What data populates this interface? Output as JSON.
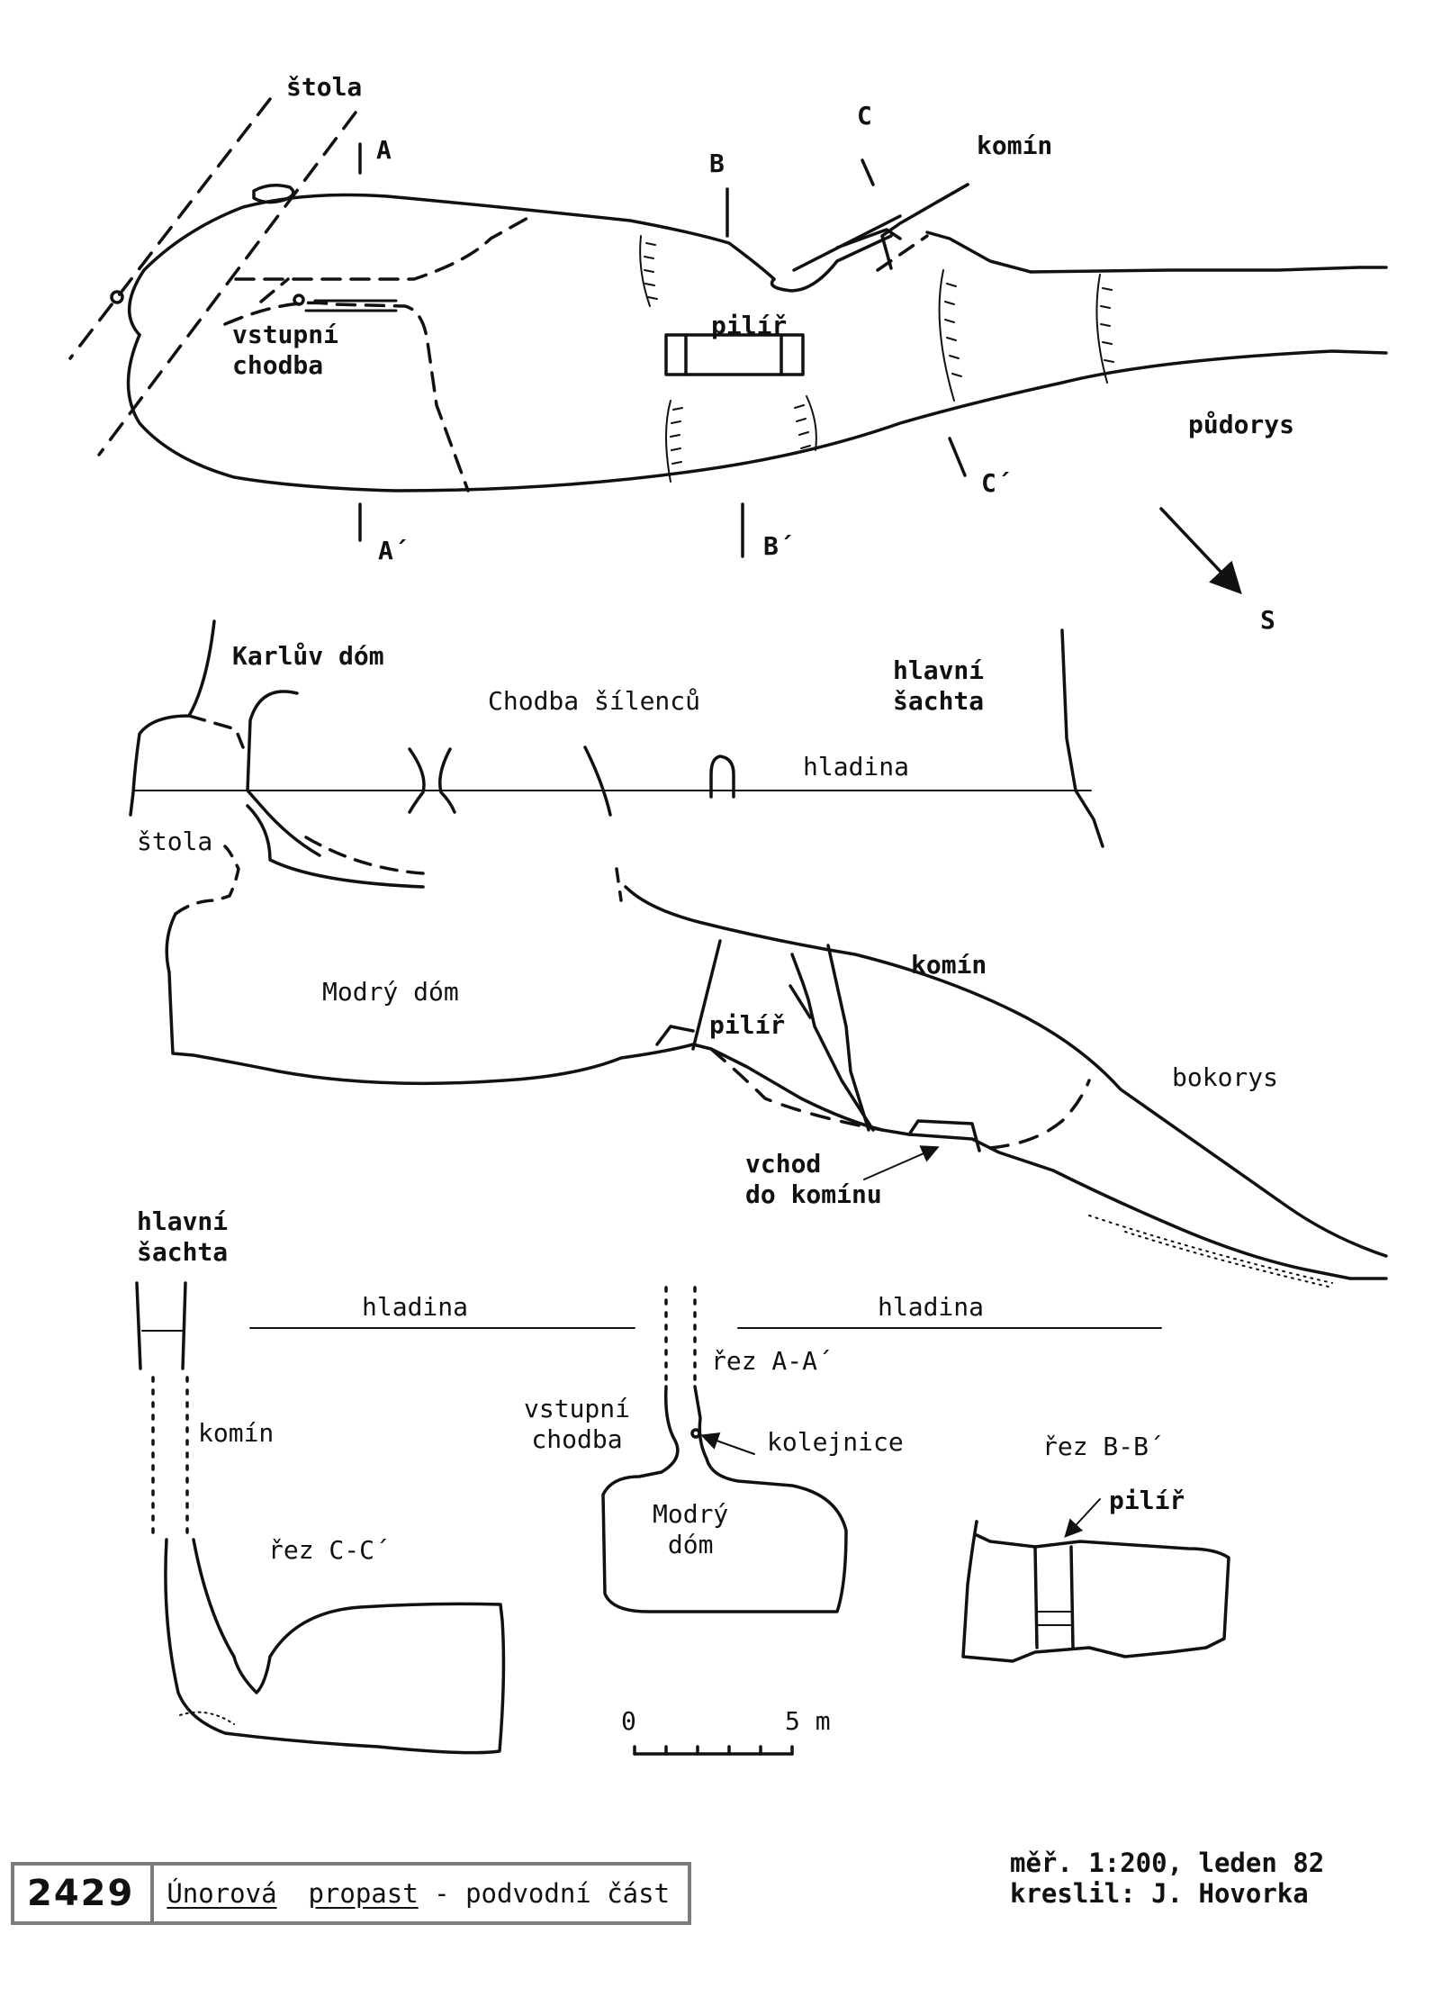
{
  "plan": {
    "adit": "štola",
    "section_marks": {
      "a": "A",
      "a2": "A´",
      "b": "B",
      "b2": "B´",
      "c": "C",
      "c2": "C´"
    },
    "chimney": "komín",
    "entrance_corridor": "vstupní\nchodba",
    "pillar": "pilíř",
    "view_name": "půdorys",
    "north_arrow": "S"
  },
  "profile": {
    "karluv_dom": "Karlův dóm",
    "chodba_silencu": "Chodba šílenců",
    "main_shaft": "hlavní\nšachta",
    "water_level": "hladina",
    "adit": "štola",
    "chimney": "komín",
    "modry_dom": "Modrý dóm",
    "pillar": "pilíř",
    "view_name": "bokorys",
    "chimney_entrance": "vchod\ndo komínu"
  },
  "section_cc": {
    "main_shaft": "hlavní\nšachta",
    "water_level": "hladina",
    "chimney": "komín",
    "title": "řez C-C´"
  },
  "section_aa": {
    "water_level": "hladina",
    "title": "řez A-A´",
    "entrance_corridor": "vstupní\nchodba",
    "rail": "kolejnice",
    "modry_dom": "Modrý\ndóm"
  },
  "section_bb": {
    "title": "řez B-B´",
    "pillar": "pilíř"
  },
  "scale_bar": {
    "zero": "0",
    "five": "5 m"
  },
  "title_block": {
    "number": "2429",
    "name_part1": "Únorová",
    "name_part2": "propast",
    "name_rest": " - podvodní část",
    "scale_date": "měř. 1:200, leden 82",
    "author": "kreslil: J. Hovorka"
  }
}
